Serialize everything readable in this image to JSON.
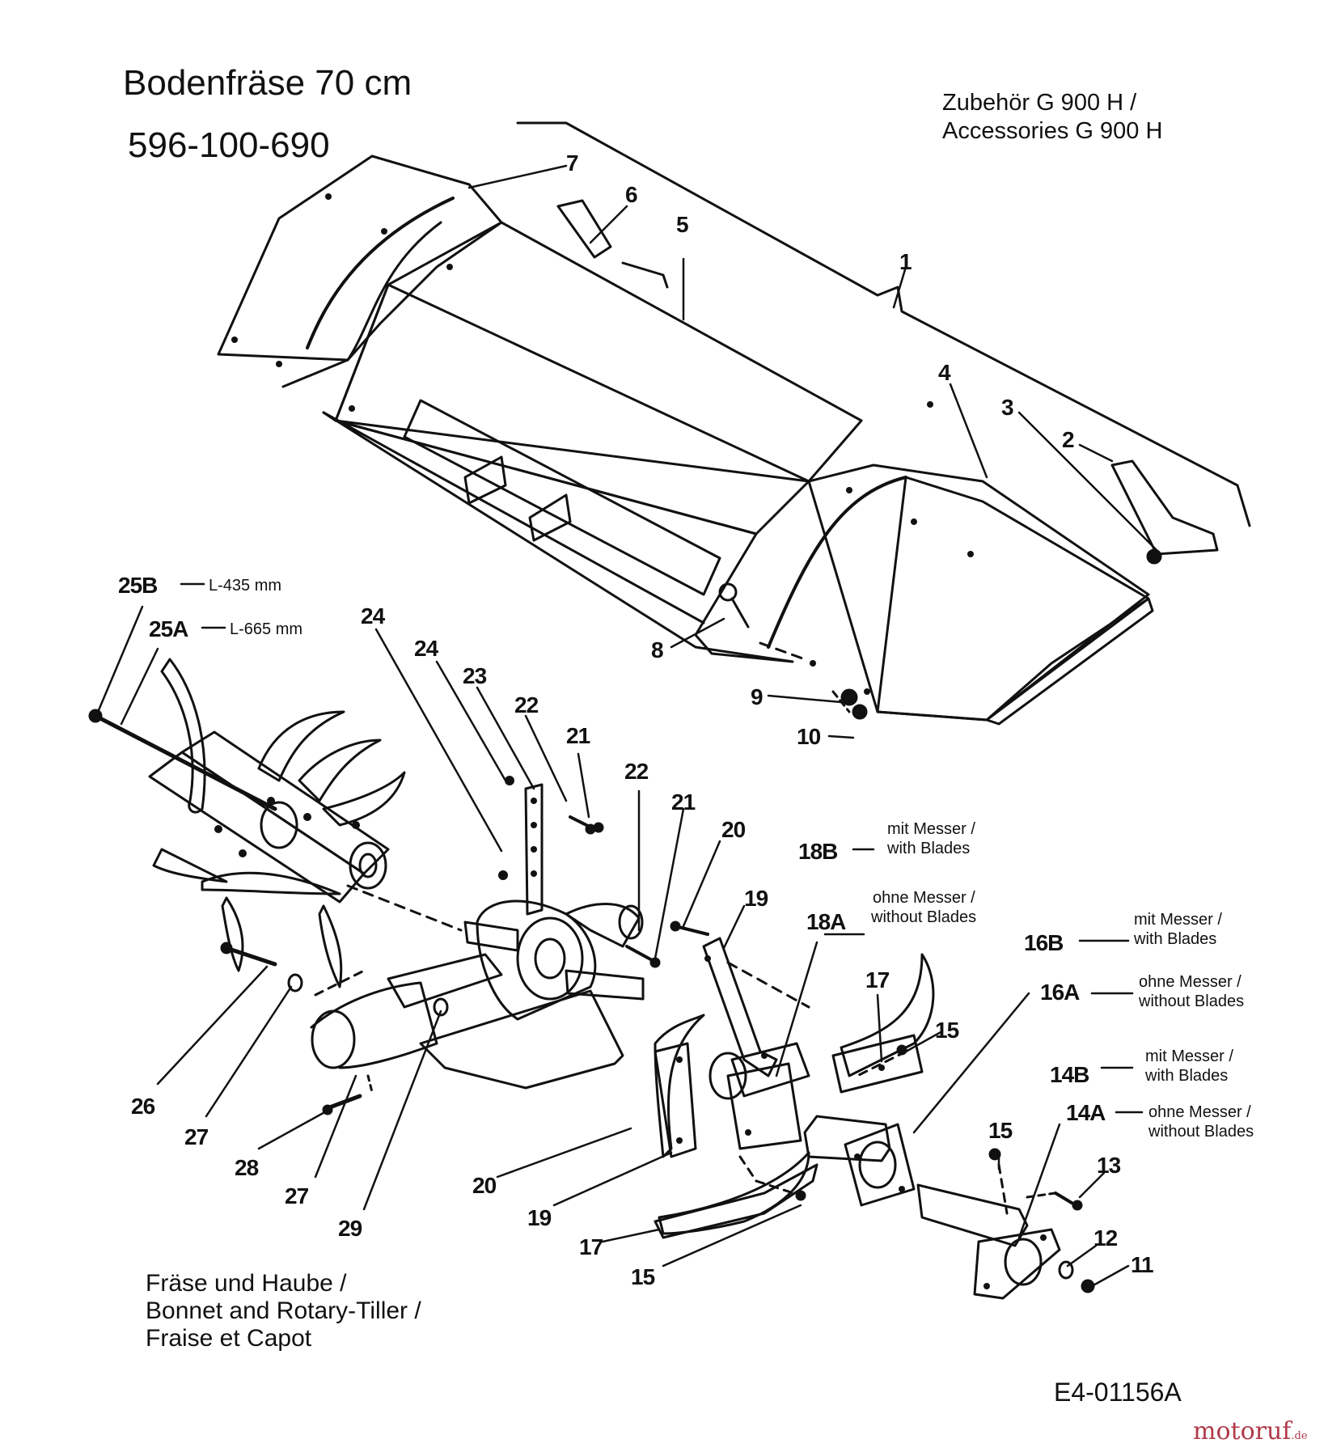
{
  "title": {
    "line1": "Bodenfräse 70 cm",
    "line2": "596-100-690"
  },
  "accessories": {
    "line1": "Zubehör G 900 H /",
    "line2": "Accessories  G 900 H"
  },
  "part_numbers": [
    {
      "id": "p7",
      "label": "7"
    },
    {
      "id": "p6",
      "label": "6"
    },
    {
      "id": "p5",
      "label": "5"
    },
    {
      "id": "p1",
      "label": "1"
    },
    {
      "id": "p4",
      "label": "4"
    },
    {
      "id": "p3",
      "label": "3"
    },
    {
      "id": "p2",
      "label": "2"
    },
    {
      "id": "p8",
      "label": "8"
    },
    {
      "id": "p9",
      "label": "9"
    },
    {
      "id": "p10",
      "label": "10"
    },
    {
      "id": "p25b",
      "label": "25B"
    },
    {
      "id": "p25a",
      "label": "25A"
    },
    {
      "id": "p24a",
      "label": "24"
    },
    {
      "id": "p24b",
      "label": "24"
    },
    {
      "id": "p23",
      "label": "23"
    },
    {
      "id": "p22a",
      "label": "22"
    },
    {
      "id": "p21a",
      "label": "21"
    },
    {
      "id": "p22b",
      "label": "22"
    },
    {
      "id": "p21b",
      "label": "21"
    },
    {
      "id": "p20a",
      "label": "20"
    },
    {
      "id": "p19a",
      "label": "19"
    },
    {
      "id": "p18b",
      "label": "18B"
    },
    {
      "id": "p18a",
      "label": "18A"
    },
    {
      "id": "p17a",
      "label": "17"
    },
    {
      "id": "p15a",
      "label": "15"
    },
    {
      "id": "p16b",
      "label": "16B"
    },
    {
      "id": "p16a",
      "label": "16A"
    },
    {
      "id": "p14b",
      "label": "14B"
    },
    {
      "id": "p14a",
      "label": "14A"
    },
    {
      "id": "p15b",
      "label": "15"
    },
    {
      "id": "p13",
      "label": "13"
    },
    {
      "id": "p12",
      "label": "12"
    },
    {
      "id": "p11",
      "label": "11"
    },
    {
      "id": "p26",
      "label": "26"
    },
    {
      "id": "p27a",
      "label": "27"
    },
    {
      "id": "p28",
      "label": "28"
    },
    {
      "id": "p27b",
      "label": "27"
    },
    {
      "id": "p29",
      "label": "29"
    },
    {
      "id": "p20b",
      "label": "20"
    },
    {
      "id": "p19b",
      "label": "19"
    },
    {
      "id": "p17b",
      "label": "17"
    },
    {
      "id": "p15c",
      "label": "15"
    }
  ],
  "notes": {
    "len_25b": "L-435 mm",
    "len_25a": "L-665 mm",
    "mit_messer": "mit Messer /",
    "with_blades": "with Blades",
    "ohne_messer": "ohne Messer /",
    "without_blades": "without Blades"
  },
  "caption": {
    "line1": "Fräse und Haube /",
    "line2": "Bonnet and Rotary-Tiller /",
    "line3": "Fraise et Capot"
  },
  "drawing_number": "E4-01156A",
  "watermark": {
    "main": "motoruf",
    "suffix": ".de",
    "main_color": "#b03a4a"
  },
  "icons": [
    "tiller-hood-drawing",
    "tiller-blades-drawing",
    "gearbox-drawing",
    "flange-drawing"
  ]
}
